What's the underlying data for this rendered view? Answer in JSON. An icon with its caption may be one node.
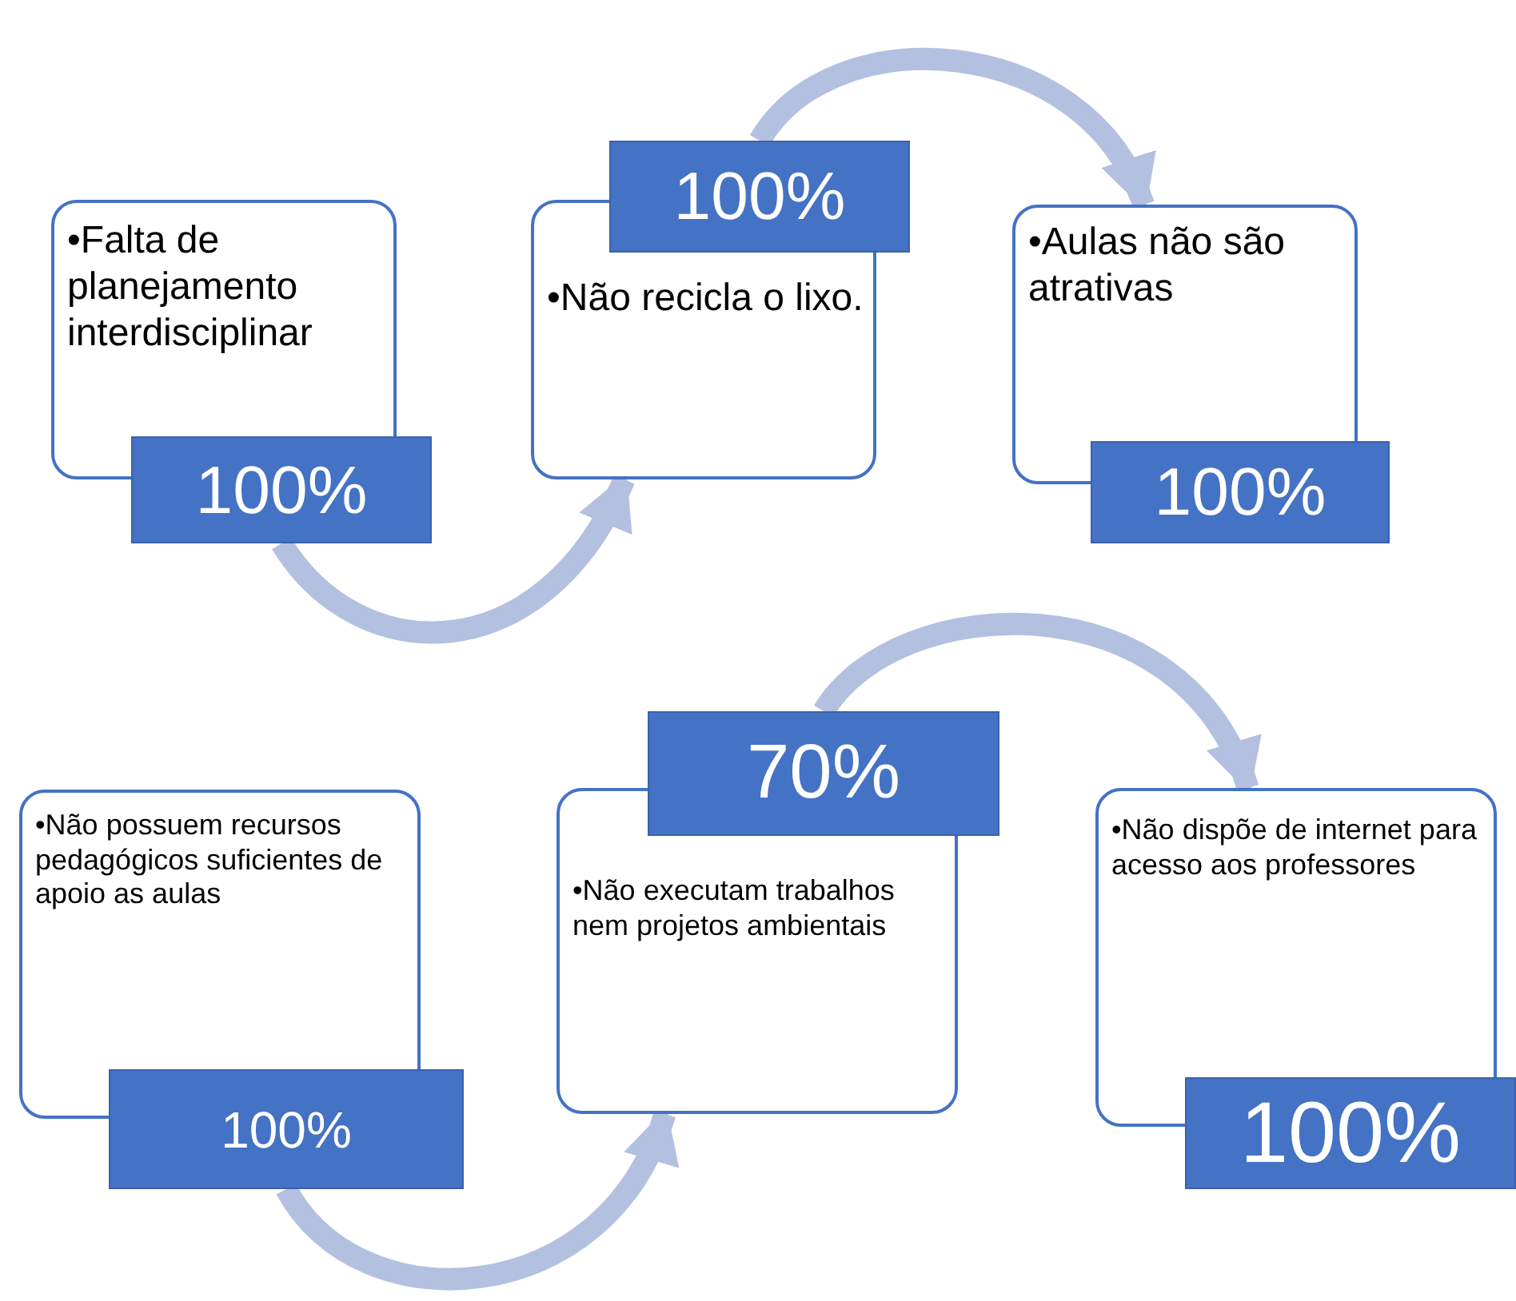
{
  "diagram": {
    "nodes": [
      {
        "text": [
          "•Falta de planejamento interdisciplinar"
        ]
      },
      {
        "text": [
          "100%"
        ]
      },
      {
        "text": [
          "•Não recicla o lixo."
        ]
      },
      {
        "text": [
          "100%"
        ]
      },
      {
        "text": [
          "•Aulas não são atrativas"
        ]
      },
      {
        "text": [
          "100%"
        ]
      },
      {
        "text": [
          "•Não possuem recursos pedagógicos suficientes de apoio as aulas"
        ]
      },
      {
        "text": [
          "100%"
        ]
      },
      {
        "text": [
          "•Não executam trabalhos nem projetos ambientais"
        ]
      },
      {
        "text": [
          "70%"
        ]
      },
      {
        "text": [
          "•Não dispõe de internet para acesso aos professores"
        ]
      },
      {
        "text": [
          "100%"
        ]
      }
    ],
    "edges": [
      {
        "from": 1,
        "to": 2,
        "arrow": "to"
      },
      {
        "from": 3,
        "to": 4,
        "arrow": "to"
      },
      {
        "from": 7,
        "to": 8,
        "arrow": "to"
      },
      {
        "from": 9,
        "to": 10,
        "arrow": "to"
      }
    ]
  }
}
